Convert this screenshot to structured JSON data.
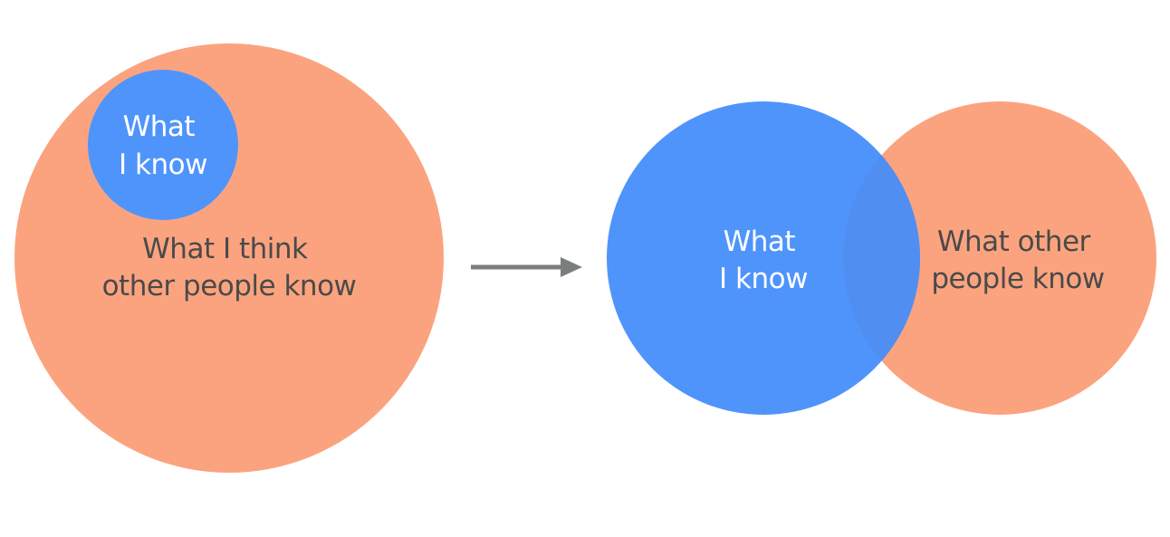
{
  "colors": {
    "background": "#ffffff",
    "orange": "#fba37f",
    "blue": "#4f94fb",
    "overlap": "#508ef2",
    "arrow": "#7a7f7d",
    "text_dark": "#4a4a4a",
    "text_light": "#ffffff"
  },
  "left": {
    "outer_label": {
      "line1": "What I think",
      "line2": "other people know"
    },
    "inner_label": {
      "line1": "What",
      "line2": "I know"
    }
  },
  "right": {
    "blue_label": {
      "line1": "What",
      "line2": "I know"
    },
    "orange_label": {
      "line1": "What other",
      "line2": "people know"
    }
  },
  "icons": {
    "arrow": "right-arrow-icon"
  }
}
